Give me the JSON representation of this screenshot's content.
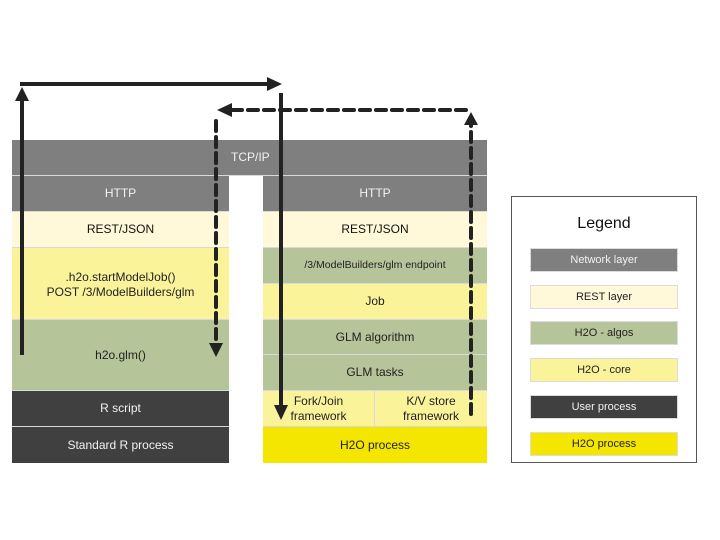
{
  "network": {
    "tcpip": "TCP/IP"
  },
  "client_stack": {
    "http": "HTTP",
    "rest": "REST/JSON",
    "call": ".h2o.startModelJob()\nPOST /3/ModelBuilders/glm",
    "glm": "h2o.glm()",
    "r_script": "R script",
    "process": "Standard R process"
  },
  "server_stack": {
    "http": "HTTP",
    "rest": "REST/JSON",
    "endpoint": "/3/ModelBuilders/glm endpoint",
    "job": "Job",
    "glm_algorithm": "GLM algorithm",
    "glm_tasks": "GLM tasks",
    "fork_join": "Fork/Join\nframework",
    "kv_store": "K/V store\nframework",
    "process": "H2O process"
  },
  "legend": {
    "title": "Legend",
    "items": [
      {
        "label": "Network layer",
        "color": "#7f7f7f"
      },
      {
        "label": "REST layer",
        "color": "#fff9da"
      },
      {
        "label": "H2O - algos",
        "color": "#b6c49a"
      },
      {
        "label": "H2O - core",
        "color": "#fbf39a"
      },
      {
        "label": "User process",
        "color": "#404040"
      },
      {
        "label": "H2O process",
        "color": "#f5e600"
      }
    ]
  },
  "arrows": {
    "request": "solid",
    "response": "dashed"
  }
}
